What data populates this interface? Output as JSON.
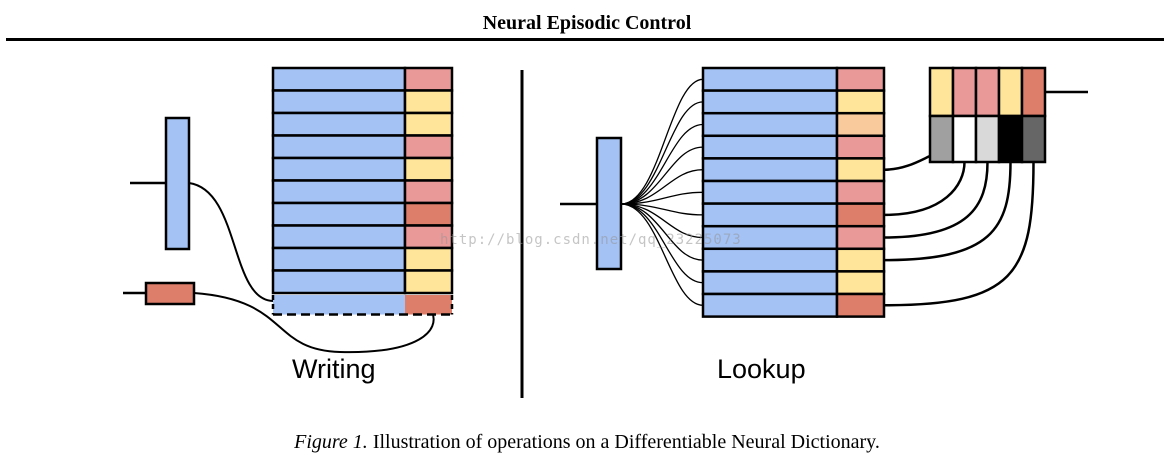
{
  "header": {
    "title": "Neural Episodic Control"
  },
  "figure": {
    "writing": {
      "label": "Writing",
      "rows": [
        {
          "value_color": "pink"
        },
        {
          "value_color": "yellow"
        },
        {
          "value_color": "yellow"
        },
        {
          "value_color": "pink"
        },
        {
          "value_color": "yellow"
        },
        {
          "value_color": "pink"
        },
        {
          "value_color": "red"
        },
        {
          "value_color": "pink"
        },
        {
          "value_color": "yellow"
        },
        {
          "value_color": "yellow"
        }
      ],
      "new_row": {
        "value_color": "red"
      }
    },
    "lookup": {
      "label": "Lookup",
      "rows": [
        {
          "value_color": "pink"
        },
        {
          "value_color": "yellow"
        },
        {
          "value_color": "peach"
        },
        {
          "value_color": "pink"
        },
        {
          "value_color": "yellow"
        },
        {
          "value_color": "pink"
        },
        {
          "value_color": "red"
        },
        {
          "value_color": "pink"
        },
        {
          "value_color": "yellow"
        },
        {
          "value_color": "yellow"
        },
        {
          "value_color": "red"
        }
      ],
      "selected_values": [
        "yellow",
        "pink",
        "pink",
        "yellow",
        "red"
      ],
      "weights": [
        "gray",
        "white",
        "lightgray",
        "black",
        "darkgray"
      ]
    },
    "colors": {
      "key": "#a4c2f4",
      "pink": "#ea9999",
      "yellow": "#ffe599",
      "red": "#dd7e6b",
      "peach": "#f9cb9c",
      "gray": "#a0a0a0",
      "white": "#ffffff",
      "lightgray": "#d9d9d9",
      "black": "#000000",
      "darkgray": "#666666"
    }
  },
  "watermark": "http://blog.csdn.net/qq_23225073",
  "caption": {
    "figure_number": "Figure 1.",
    "text": " Illustration of operations on a Differentiable Neural Dictionary."
  }
}
